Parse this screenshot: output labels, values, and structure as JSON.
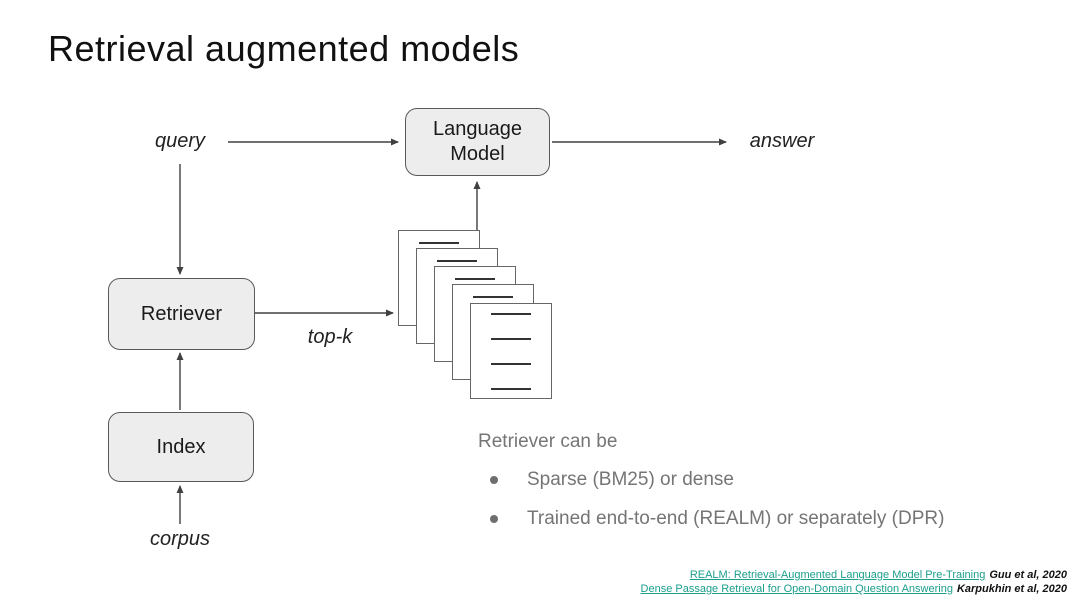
{
  "slide": {
    "title": "Retrieval augmented models"
  },
  "diagram": {
    "labels": {
      "query": "query",
      "answer": "answer",
      "top_k": "top-k",
      "corpus": "corpus"
    },
    "nodes": {
      "language_model": "Language Model",
      "retriever": "Retriever",
      "index": "Index"
    }
  },
  "notes": {
    "heading": "Retriever can be",
    "bullets": [
      "Sparse (BM25) or dense",
      "Trained end-to-end (REALM) or separately (DPR)"
    ]
  },
  "citations": [
    {
      "link": "REALM: Retrieval-Augmented Language Model Pre-Training",
      "authors": "Guu et al, 2020"
    },
    {
      "link": "Dense Passage Retrieval for Open-Domain Question Answering",
      "authors": "Karpukhin et al, 2020"
    }
  ],
  "colors": {
    "link_teal": "#1b9e8c",
    "box_fill": "#ededed",
    "box_border": "#595959",
    "arrow": "#404040",
    "muted_text": "#757575"
  }
}
